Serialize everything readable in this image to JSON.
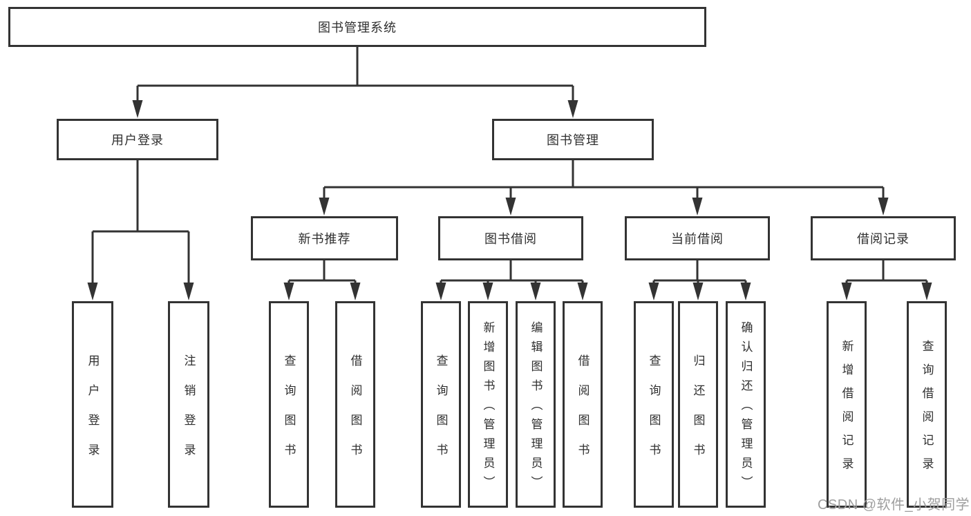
{
  "diagram": {
    "root": "图书管理系统",
    "level2": [
      "用户登录",
      "图书管理"
    ],
    "level3": [
      "新书推荐",
      "图书借阅",
      "当前借阅",
      "借阅记录"
    ],
    "leaves": [
      "用户登录",
      "注销登录",
      "查询图书",
      "借阅图书",
      "查询图书",
      "新增图书（管理员）",
      "编辑图书（管理员）",
      "借阅图书",
      "查询图书",
      "归还图书",
      "确认归还（管理员）",
      "新增借阅记录",
      "查询借阅记录"
    ]
  },
  "watermark": "CSDN @软件_小贺同学",
  "colors": {
    "line": "#333333",
    "text": "#2f2f2f",
    "background": "#ffffff",
    "watermark": "#9e9e9e"
  }
}
